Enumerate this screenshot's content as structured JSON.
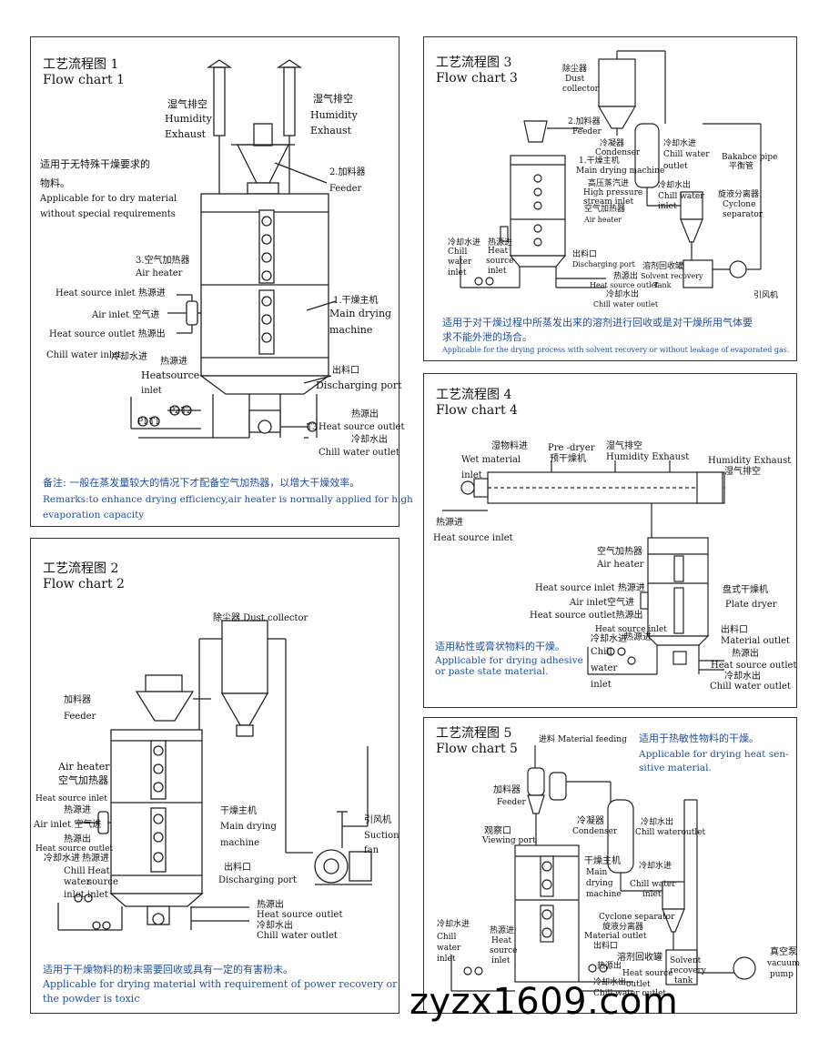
{
  "panel1": {
    "title_cn": "工艺流程图 1",
    "title_en": "Flow chart 1",
    "humidity_exhaust_left_cn": "湿气排空",
    "humidity_exhaust_left_en_1": "Humidity",
    "humidity_exhaust_left_en_2": "Exhaust",
    "humidity_exhaust_right_cn": "湿气排空",
    "humidity_exhaust_right_en_1": "Humidity",
    "humidity_exhaust_right_en_2": "Exhaust",
    "applicable_cn_1": "适用于无特殊干燥要求的",
    "applicable_cn_2": "物料。",
    "applicable_en_1": "Applicable for to dry material",
    "applicable_en_2": "without special requirements",
    "feeder_cn": "2.加料器",
    "feeder_en": "Feeder",
    "air_heater_cn": "3.空气加热器",
    "air_heater_en": "Air heater",
    "heat_source_inlet": "Heat source inlet 热源进",
    "air_inlet": "Air inlet 空气进",
    "heat_source_outlet": "Heat source outlet 热源出",
    "main_drying_cn": "1.干燥主机",
    "main_drying_en_1": "Main drying",
    "main_drying_en_2": "machine",
    "chill_water_inlet": "Chill water inlet",
    "chill_water_inlet_cn": "冷却水进",
    "heat_source_cn": "热源进",
    "heat_source_en_1": "Heat",
    "heat_source_en_2": "source",
    "heat_source_en_3": "inlet",
    "discharging_cn": "出料口",
    "discharging_en": "Discharging port",
    "heat_source_out_cn": "热源出",
    "heat_source_out_en": "Heat source outlet",
    "chill_water_out_cn": "冷却水出",
    "chill_water_out_en": "Chill water outlet",
    "gauge_p1": "P1",
    "gauge_t1": "T1",
    "gauge_p2": "P2",
    "gauge_t2": "T2",
    "gauge_t3": "T3",
    "remark_cn": "备注: 一般在蒸发量较大的情况下才配备空气加热器，以增大干燥效率。",
    "remark_en_1": "Remarks:to enhance drying efficiency,air heater is normally applied for high",
    "remark_en_2": "evaporation capacity"
  },
  "panel2": {
    "title_cn": "工艺流程图 2",
    "title_en": "Flow chart 2",
    "dust_collector": "除尘器  Dust collector",
    "feeder_cn": "加料器",
    "feeder_en": "Feeder",
    "air_heater_en": "Air heater",
    "air_heater_cn": "空气加热器",
    "heat_source_inlet_en": "Heat source inlet",
    "heat_source_inlet_cn": "热源进",
    "air_inlet": "Air inlet 空气进",
    "heat_source_out_cn": "热源出",
    "heat_source_outlet_en": "Heat source outlet",
    "chill_in_cn": "冷却水进",
    "heat_in_cn": "热源进",
    "chill_en_1": "Chill",
    "chill_en_2": "water",
    "chill_en_3": "inlet",
    "heat_en_1": "Heat",
    "heat_en_2": "source",
    "heat_en_3": "inlet",
    "main_drying_cn": "干燥主机",
    "main_drying_en_1": "Main drying",
    "main_drying_en_2": "machine",
    "discharging_cn": "出料口",
    "discharging_en": "Discharging port",
    "fan_cn": "引风机",
    "fan_en_1": "Suction",
    "fan_en_2": "fan",
    "heat_out_cn": "热源出",
    "heat_out_en": "Heat source outlet",
    "chill_out_cn": "冷却水出",
    "chill_out_en": "Chill water outlet",
    "note_cn": "适用于干燥物料的粉末需要回收或具有一定的有害粉末。",
    "note_en_1": "Applicable for drying material with requirement of power recovery or",
    "note_en_2": "the powder is toxic"
  },
  "panel3": {
    "title_cn": "工艺流程图 3",
    "title_en": "Flow chart 3",
    "dust_cn": "除尘器",
    "dust_en_1": "Dust",
    "dust_en_2": "collector",
    "feeder_cn": "2.加料器",
    "feeder_en": "Feeder",
    "condenser_cn": "冷凝器",
    "condenser_en": "Condenser",
    "chill_in_cn": "冷却水进",
    "chill_in_en_1": "Chill water",
    "chill_in_en_2": "outlet",
    "chill_out_cn": "冷却水出",
    "chill_out_en_1": "Chill water",
    "chill_out_en_2": "inlet",
    "balance_en": "Bakabce pipe",
    "balance_cn": "平衡管",
    "main_cn": "1.干燥主机",
    "main_en": "Main drying machine",
    "steam_cn": "高压蒸汽进",
    "steam_en_1": "High pressure",
    "steam_en_2": "stream inlet",
    "air_cn": "空气加热器",
    "air_en": "Air heater",
    "cyclone_cn": "旋液分离器",
    "cyclone_en_1": "Cyclone",
    "cyclone_en_2": "separator",
    "chill_left_cn": "冷却水进",
    "heat_left_cn": "热源进",
    "chill_left_en_1": "Chill",
    "chill_left_en_2": "water",
    "chill_left_en_3": "inlet",
    "heat_left_en_1": "Heat",
    "heat_left_en_2": "source",
    "heat_left_en_3": "inlet",
    "discharge_cn": "出料口",
    "discharge_en": "Discharging port",
    "tank_cn": "溶剂回收罐",
    "tank_en": "Solvent recovery",
    "tank_en_2": "Tank",
    "heat_out_cn": "热源出",
    "heat_out_en": "Heat source outlet",
    "chill_out_bottom_cn": "冷却水出",
    "chill_out_bottom_en": "Chill water outlet",
    "fan_cn": "引风机",
    "note_cn_1": "适用于对干燥过程中所蒸发出来的溶剂进行回收或是对干燥所用气体要",
    "note_cn_2": "求不能外泄的场合。",
    "note_en": "Applicable for the drying process with solvent recovery or without leakage of evaporated gas."
  },
  "panel4": {
    "title_cn": "工艺流程图 4",
    "title_en": "Flow chart 4",
    "wet_cn": "湿物料进",
    "wet_en_1": "Wet material",
    "wet_en_2": "inlet",
    "predryer_en": "Pre -dryer",
    "predryer_cn": "预干燥机",
    "humid_cn": "湿气排空",
    "humid_en": "Humidity Exhaust",
    "humid_right_en": "Humidity Exhaust",
    "humid_right_cn": "湿气排空",
    "heat_in_cn": "热源进",
    "heat_in_en": "Heat source inlet",
    "air_cn": "空气加热器",
    "air_en": "Air heater",
    "hs_inlet": "Heat source inlet 热源进",
    "air_inlet": "Air inlet空气进",
    "hs_outlet": "Heat source outlet热源出",
    "plate_cn": "盘式干燥机",
    "plate_en": "Plate dryer",
    "hs_inlet_2": "Heat source inlet",
    "chill_in_cn": "冷却水进",
    "heat_in_cn_2": "热源进",
    "chill_en_1": "Chill",
    "chill_en_2": "water",
    "chill_en_3": "inlet",
    "outlet_cn": "出料口",
    "outlet_en": "Material outlet",
    "heat_out_cn": "热源出",
    "heat_out_en": "Heat source outlet",
    "chill_out_cn": "冷却水出",
    "chill_out_en": "Chill water outlet",
    "note_cn": "适用粘性或膏状物料的干燥。",
    "note_en_1": "Applicable for drying adhesive",
    "note_en_2": "or paste state material."
  },
  "panel5": {
    "title_cn": "工艺流程图 5",
    "title_en": "Flow chart 5",
    "feeding": "进料 Material feeding",
    "note_cn": "适用于热敏性物料的干燥。",
    "note_en_1": "Applicable for drying heat sen-",
    "note_en_2": "sitive material.",
    "feeder_cn": "加料器",
    "feeder_en": "Feeder",
    "view_cn": "观察口",
    "view_en": "Viewing port",
    "condenser_cn": "冷凝器",
    "condenser_en": "Condenser",
    "chill_in_cn": "冷却水出",
    "chill_in_en": "Chill wateroutlet",
    "main_cn": "干燥主机",
    "main_en_1": "Main",
    "main_en_2": "drying",
    "main_en_3": "machine",
    "chill_out_cn": "冷却水进",
    "chill_out_en_1": "Chill water",
    "chill_out_en_2": "inlet",
    "cyclone_en": "Cyclone separator",
    "cyclone_cn": "旋液分离器",
    "chill_left_cn": "冷却水进",
    "heat_left_cn": "热源进",
    "chill_left_en_1": "Chill",
    "chill_left_en_2": "water",
    "chill_left_en_3": "inlet",
    "heat_left_en_1": "Heat",
    "heat_left_en_2": "source",
    "heat_left_en_3": "inlet",
    "outlet_en": "Material outlet",
    "outlet_cn": "出料口",
    "tank_cn": "溶剂回收罐",
    "tank_en_1": "Solvent",
    "tank_en_2": "recovery",
    "tank_en_3": "tank",
    "heat_out_cn": "热源出",
    "heat_out_en_1": "Heat source",
    "heat_out_en_2": "outlet",
    "chill_out_bottom_cn": "冷却水出",
    "chill_out_bottom_en": "Chill water outlet",
    "vacuum_cn": "真空泵",
    "vacuum_en_1": "vacuum",
    "vacuum_en_2": "pump"
  },
  "watermark": "zyzx1609.com",
  "colors": {
    "note_blue": "#1f4fa3",
    "line": "#222222",
    "frame": "#333333"
  }
}
